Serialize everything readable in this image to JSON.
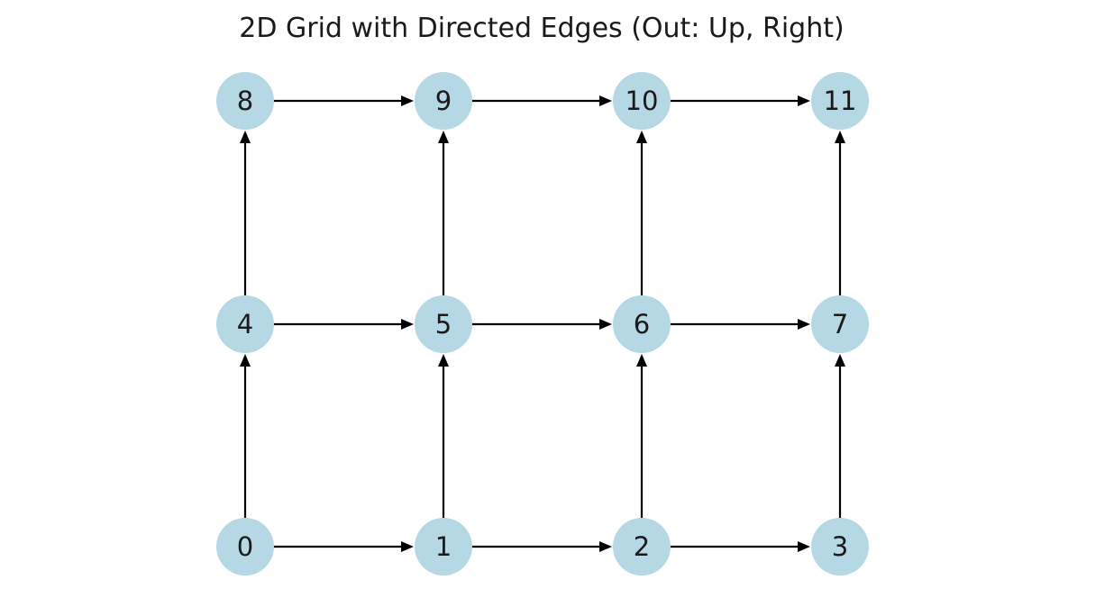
{
  "title": "2D Grid with Directed Edges (Out: Up, Right)",
  "colors": {
    "node_fill": "#b5d8e4",
    "edge": "#000000",
    "label": "#1a1a1a"
  },
  "chart_data": {
    "type": "graph",
    "layout": "grid",
    "rows": 3,
    "cols": 4,
    "nodes": [
      {
        "id": 0,
        "label": "0",
        "row": 0,
        "col": 0
      },
      {
        "id": 1,
        "label": "1",
        "row": 0,
        "col": 1
      },
      {
        "id": 2,
        "label": "2",
        "row": 0,
        "col": 2
      },
      {
        "id": 3,
        "label": "3",
        "row": 0,
        "col": 3
      },
      {
        "id": 4,
        "label": "4",
        "row": 1,
        "col": 0
      },
      {
        "id": 5,
        "label": "5",
        "row": 1,
        "col": 1
      },
      {
        "id": 6,
        "label": "6",
        "row": 1,
        "col": 2
      },
      {
        "id": 7,
        "label": "7",
        "row": 1,
        "col": 3
      },
      {
        "id": 8,
        "label": "8",
        "row": 2,
        "col": 0
      },
      {
        "id": 9,
        "label": "9",
        "row": 2,
        "col": 1
      },
      {
        "id": 10,
        "label": "10",
        "row": 2,
        "col": 2
      },
      {
        "id": 11,
        "label": "11",
        "row": 2,
        "col": 3
      }
    ],
    "edges": [
      [
        0,
        1
      ],
      [
        1,
        2
      ],
      [
        2,
        3
      ],
      [
        4,
        5
      ],
      [
        5,
        6
      ],
      [
        6,
        7
      ],
      [
        8,
        9
      ],
      [
        9,
        10
      ],
      [
        10,
        11
      ],
      [
        0,
        4
      ],
      [
        4,
        8
      ],
      [
        1,
        5
      ],
      [
        5,
        9
      ],
      [
        2,
        6
      ],
      [
        6,
        10
      ],
      [
        3,
        7
      ],
      [
        7,
        11
      ]
    ]
  }
}
